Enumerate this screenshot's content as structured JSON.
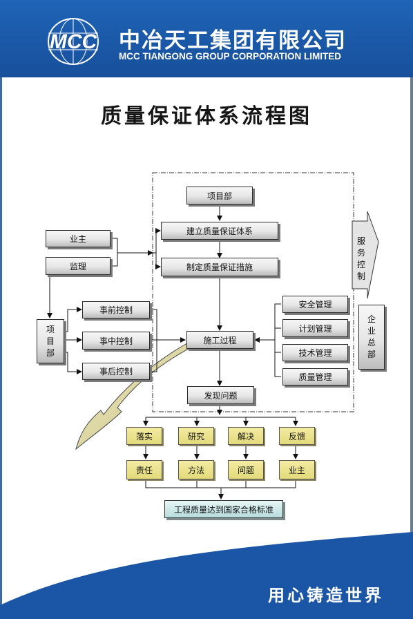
{
  "header": {
    "logo_text": "MCC",
    "company_cn": "中冶天工集团有限公司",
    "company_en": "MCC TIANGONG GROUP CORPORATION LIMITED"
  },
  "title": "质量保证体系流程图",
  "flowchart": {
    "project_dept": "项目部",
    "build_system": "建立质量保证体系",
    "make_measures": "制定质量保证措施",
    "owner": "业主",
    "supervision": "监理",
    "service": [
      "服",
      "务",
      "控",
      "制"
    ],
    "left_project_dept": [
      "项",
      "目",
      "部"
    ],
    "pre_control": "事前控制",
    "mid_control": "事中控制",
    "post_control": "事后控制",
    "construction": "施工过程",
    "safety_mgmt": "安全管理",
    "plan_mgmt": "计划管理",
    "tech_mgmt": "技术管理",
    "quality_mgmt": "质量管理",
    "enterprise_hq": [
      "企",
      "业",
      "总",
      "部"
    ],
    "find_problem": "发现问题",
    "actions": [
      "落实",
      "研究",
      "解决",
      "反馈"
    ],
    "targets": [
      "责任",
      "方法",
      "问题",
      "业主"
    ],
    "final": "工程质量达到国家合格标准"
  },
  "footer": {
    "slogan": "用心铸造世界"
  },
  "colors": {
    "brand_blue": "#1b5aa8",
    "box_gray": "#e6e6e6",
    "box_yellow": "#e8de88",
    "box_final": "#cfeaea",
    "arrow_olive": "#d8d29a"
  }
}
